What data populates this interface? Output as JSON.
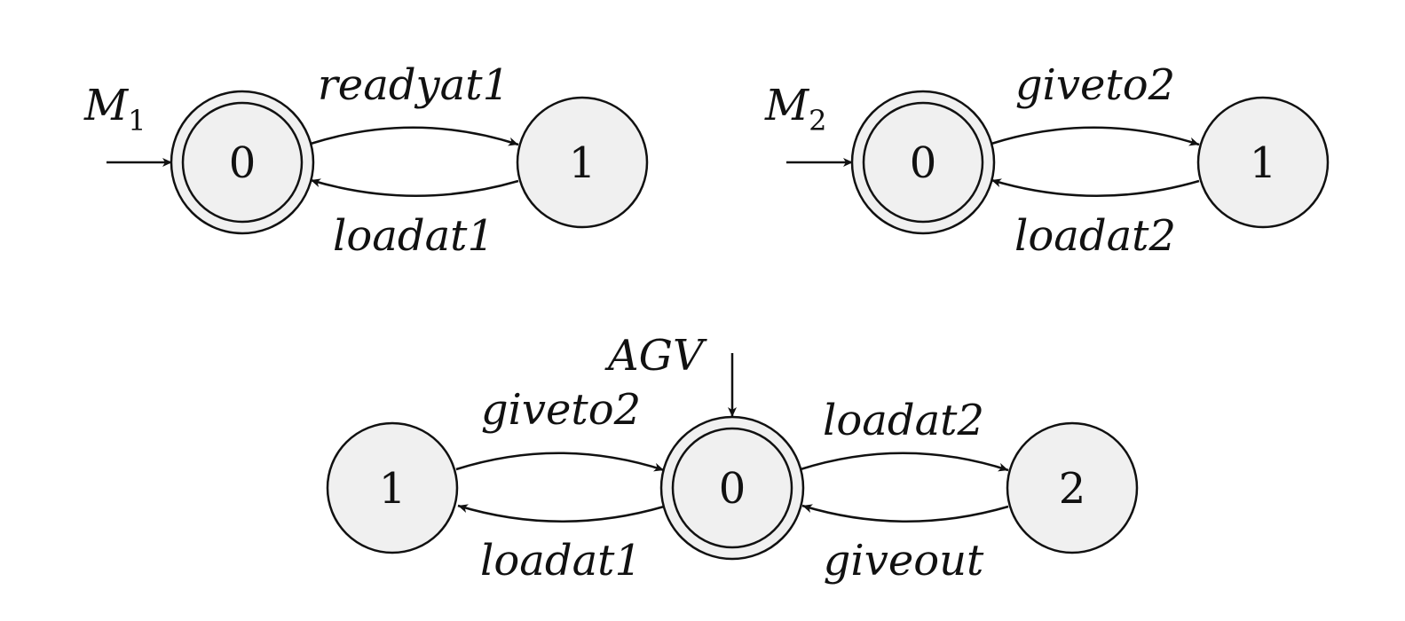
{
  "automata": [
    {
      "id": "m1",
      "name": "M",
      "subscript": "1",
      "states": [
        {
          "id": "s0",
          "label": "0",
          "marked": true,
          "initial": true
        },
        {
          "id": "s1",
          "label": "1",
          "marked": false,
          "initial": false
        }
      ],
      "transitions": [
        {
          "from": "s0",
          "to": "s1",
          "label": "readyat1"
        },
        {
          "from": "s1",
          "to": "s0",
          "label": "loadat1"
        }
      ]
    },
    {
      "id": "m2",
      "name": "M",
      "subscript": "2",
      "states": [
        {
          "id": "s0",
          "label": "0",
          "marked": true,
          "initial": true
        },
        {
          "id": "s1",
          "label": "1",
          "marked": false,
          "initial": false
        }
      ],
      "transitions": [
        {
          "from": "s0",
          "to": "s1",
          "label": "giveto2"
        },
        {
          "from": "s1",
          "to": "s0",
          "label": "loadat2"
        }
      ]
    },
    {
      "id": "agv",
      "name": "AGV",
      "subscript": "",
      "states": [
        {
          "id": "s1",
          "label": "1",
          "marked": false,
          "initial": false
        },
        {
          "id": "s0",
          "label": "0",
          "marked": true,
          "initial": true
        },
        {
          "id": "s2",
          "label": "2",
          "marked": false,
          "initial": false
        }
      ],
      "transitions": [
        {
          "from": "s1",
          "to": "s0",
          "label": "giveto2"
        },
        {
          "from": "s0",
          "to": "s1",
          "label": "loadat1"
        },
        {
          "from": "s0",
          "to": "s2",
          "label": "loadat2"
        },
        {
          "from": "s2",
          "to": "s0",
          "label": "giveout"
        }
      ]
    }
  ]
}
